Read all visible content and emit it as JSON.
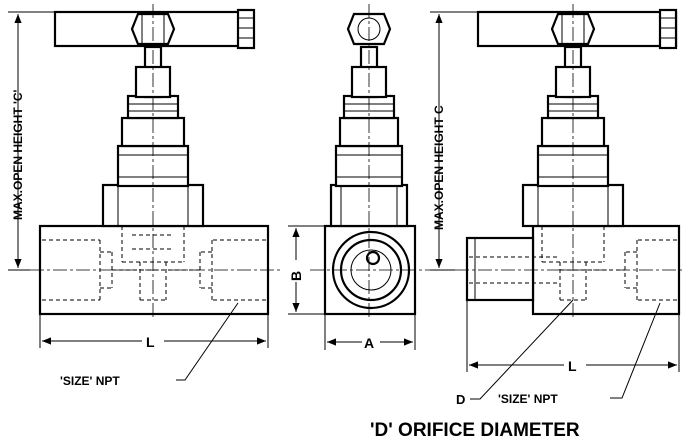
{
  "labels": {
    "open_height_left": "MAX.OPEN HEIGHT 'C'",
    "open_height_right": "MAX.OPEN HEIGHT C",
    "length_left": "L",
    "length_right": "L",
    "body_height": "B",
    "body_width": "A",
    "size_npt_left": "'SIZE' NPT",
    "size_npt_right": "'SIZE' NPT",
    "orifice_callout": "D",
    "orifice_title": "'D' ORIFICE DIAMETER"
  }
}
